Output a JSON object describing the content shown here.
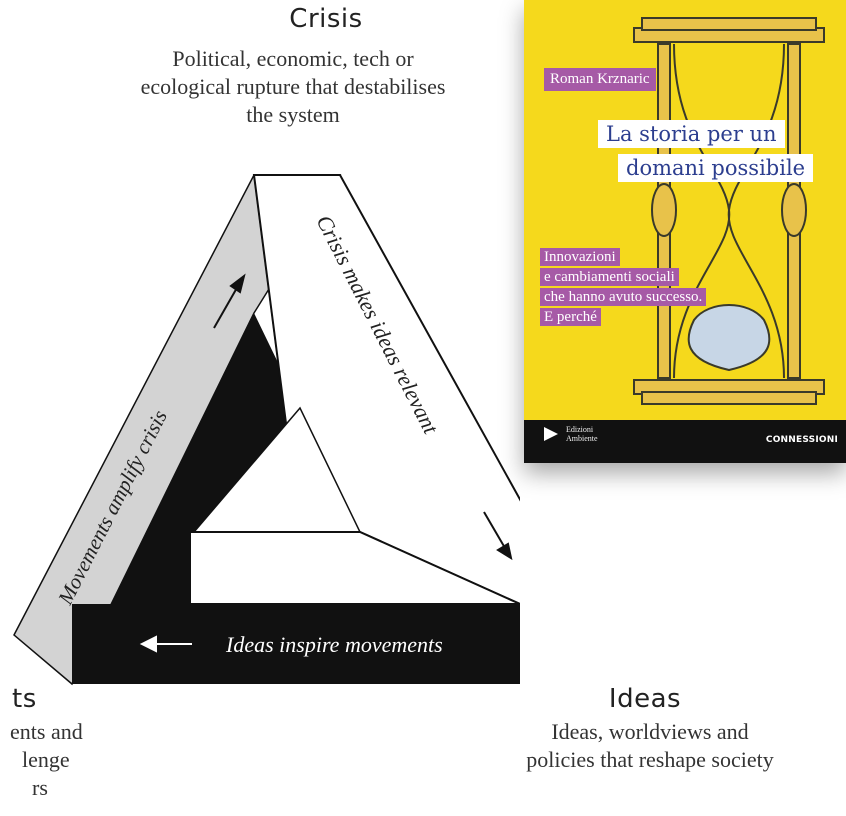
{
  "diagram": {
    "crisis": {
      "title": "Crisis",
      "description": "Political, economic, tech or ecological rupture that destabilises the system"
    },
    "ideas": {
      "title": "Ideas",
      "description": "Ideas, worldviews and policies that reshape society"
    },
    "movements": {
      "title": "ts",
      "description_lines": [
        "ents and",
        "lenge",
        "rs"
      ]
    },
    "edges": {
      "left": "Movements amplify crisis",
      "right": "Crisis makes ideas relevant",
      "bottom": "Ideas inspire movements"
    },
    "colors": {
      "black": "#111111",
      "grey": "#d3d3d3",
      "white": "#ffffff"
    }
  },
  "book": {
    "author": "Roman Krznaric",
    "title_line1": "La storia per un",
    "title_line2": "domani possibile",
    "subtitle_lines": [
      "Innovazioni",
      "e cambiamenti sociali",
      "che hanno avuto successo.",
      "E perché"
    ],
    "publisher": "Edizioni Ambiente",
    "series": "CONNESSIONI",
    "colors": {
      "background": "#f5d91c",
      "label": "#a65aa6",
      "title_text": "#2c3e8f"
    }
  }
}
